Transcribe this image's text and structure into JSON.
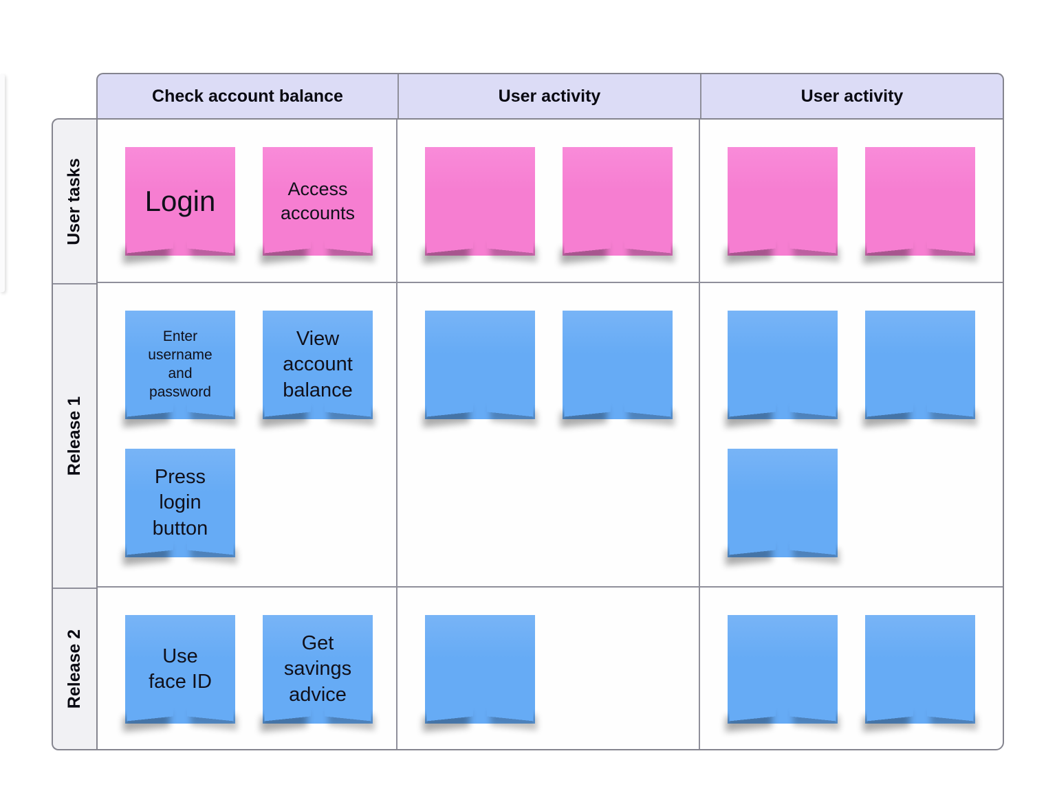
{
  "board": {
    "columns": [
      {
        "label": "Check account balance"
      },
      {
        "label": "User activity"
      },
      {
        "label": "User activity"
      }
    ],
    "rows": [
      {
        "label": "User tasks"
      },
      {
        "label": "Release 1"
      },
      {
        "label": "Release 2"
      }
    ],
    "cells": [
      {
        "notes": [
          {
            "text": "Login",
            "color": "pink"
          },
          {
            "text": "Access\naccounts",
            "color": "pink"
          }
        ]
      },
      {
        "notes": [
          {
            "text": "",
            "color": "pink"
          },
          {
            "text": "",
            "color": "pink"
          }
        ]
      },
      {
        "notes": [
          {
            "text": "",
            "color": "pink"
          },
          {
            "text": "",
            "color": "pink"
          }
        ]
      },
      {
        "notes": [
          {
            "text": "Enter\nusername\nand\npassword",
            "color": "blue"
          },
          {
            "text": "View\naccount\nbalance",
            "color": "blue"
          },
          {
            "text": "Press\nlogin\nbutton",
            "color": "blue"
          }
        ]
      },
      {
        "notes": [
          {
            "text": "",
            "color": "blue"
          },
          {
            "text": "",
            "color": "blue"
          }
        ]
      },
      {
        "notes": [
          {
            "text": "",
            "color": "blue"
          },
          {
            "text": "",
            "color": "blue"
          },
          {
            "text": "",
            "color": "blue"
          }
        ]
      },
      {
        "notes": [
          {
            "text": "Use\nface ID",
            "color": "blue"
          },
          {
            "text": "Get\nsavings\nadvice",
            "color": "blue"
          }
        ]
      },
      {
        "notes": [
          {
            "text": "",
            "color": "blue"
          }
        ]
      },
      {
        "notes": [
          {
            "text": "",
            "color": "blue"
          },
          {
            "text": "",
            "color": "blue"
          }
        ]
      }
    ],
    "colors": {
      "note_pink": "#f67ed1",
      "note_blue": "#66abf5",
      "column_header_bg": "#dcdcf6",
      "row_header_bg": "#f1f1f4",
      "grid_line": "#8a8a94",
      "note_text": "#10101a"
    }
  }
}
